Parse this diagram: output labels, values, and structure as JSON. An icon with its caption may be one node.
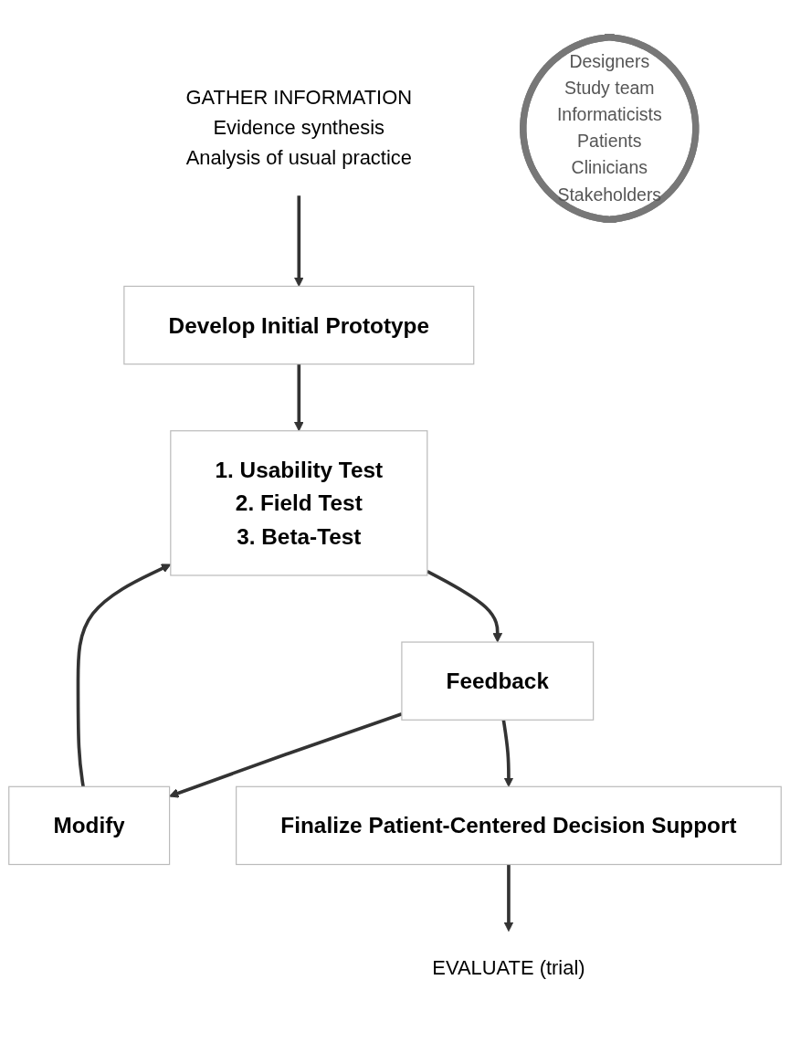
{
  "diagram": {
    "nodes": [
      {
        "text": [
          "GATHER INFORMATION",
          "Evidence synthesis",
          "Analysis of usual practice"
        ]
      },
      {
        "text": [
          "Develop Initial Prototype"
        ]
      },
      {
        "text": [
          "Modify"
        ]
      },
      {
        "text": [
          "Designers",
          "Study team",
          "Informaticists",
          "Patients",
          "Clinicians",
          "Stakeholders"
        ]
      },
      {
        "text": [
          "1. Usability Test",
          "2. Field Test",
          "3. Beta-Test"
        ]
      },
      {
        "text": [
          "Feedback"
        ]
      },
      {
        "text": [
          "Finalize Patient-Centered Decision Support"
        ]
      },
      {
        "text": [
          "EVALUATE (trial)"
        ]
      }
    ],
    "edges": [
      {
        "from": 0,
        "to": 1,
        "arrow": "to"
      },
      {
        "from": 1,
        "to": 4,
        "arrow": "to"
      },
      {
        "from": 4,
        "to": 5,
        "arrow": "to"
      },
      {
        "from": 5,
        "to": 2,
        "arrow": "to"
      },
      {
        "from": 2,
        "to": 4,
        "arrow": "to"
      },
      {
        "from": 5,
        "to": 6,
        "arrow": "to"
      },
      {
        "from": 6,
        "to": 7,
        "arrow": "to"
      }
    ]
  }
}
